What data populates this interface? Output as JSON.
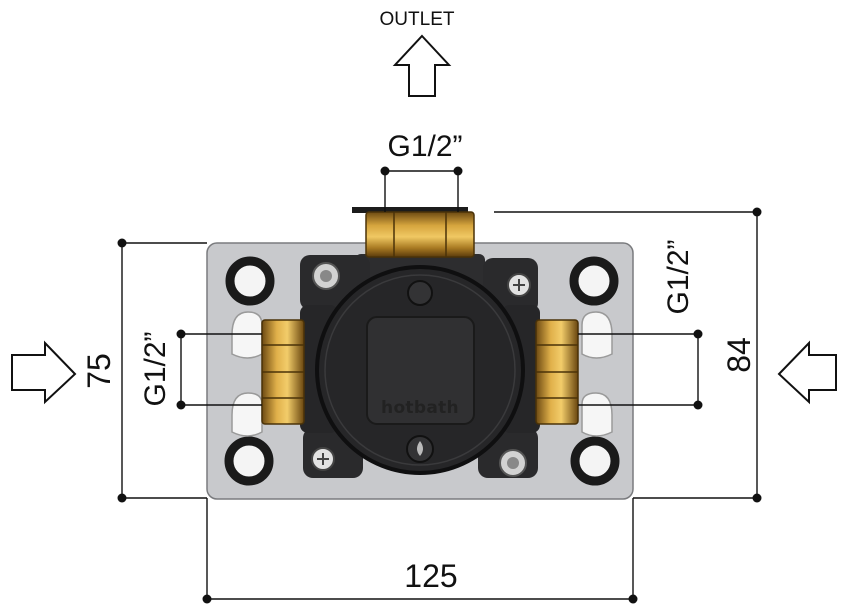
{
  "labels": {
    "outlet": "OUTLET",
    "top_thread": "G1/2”",
    "left_thread": "G1/2”",
    "right_thread": "G1/2”",
    "height_plate": "75",
    "height_total": "84",
    "width_plate": "125",
    "brand": "hotbath"
  },
  "colors": {
    "plate": "#c8c9cc",
    "body": "#2b2b2d",
    "brass": "#b88a2e",
    "line": "#111111"
  },
  "icons": {
    "outlet_arrow": "arrow-up-icon",
    "left_inlet_arrow": "arrow-right-icon",
    "right_inlet_arrow": "arrow-left-icon"
  }
}
